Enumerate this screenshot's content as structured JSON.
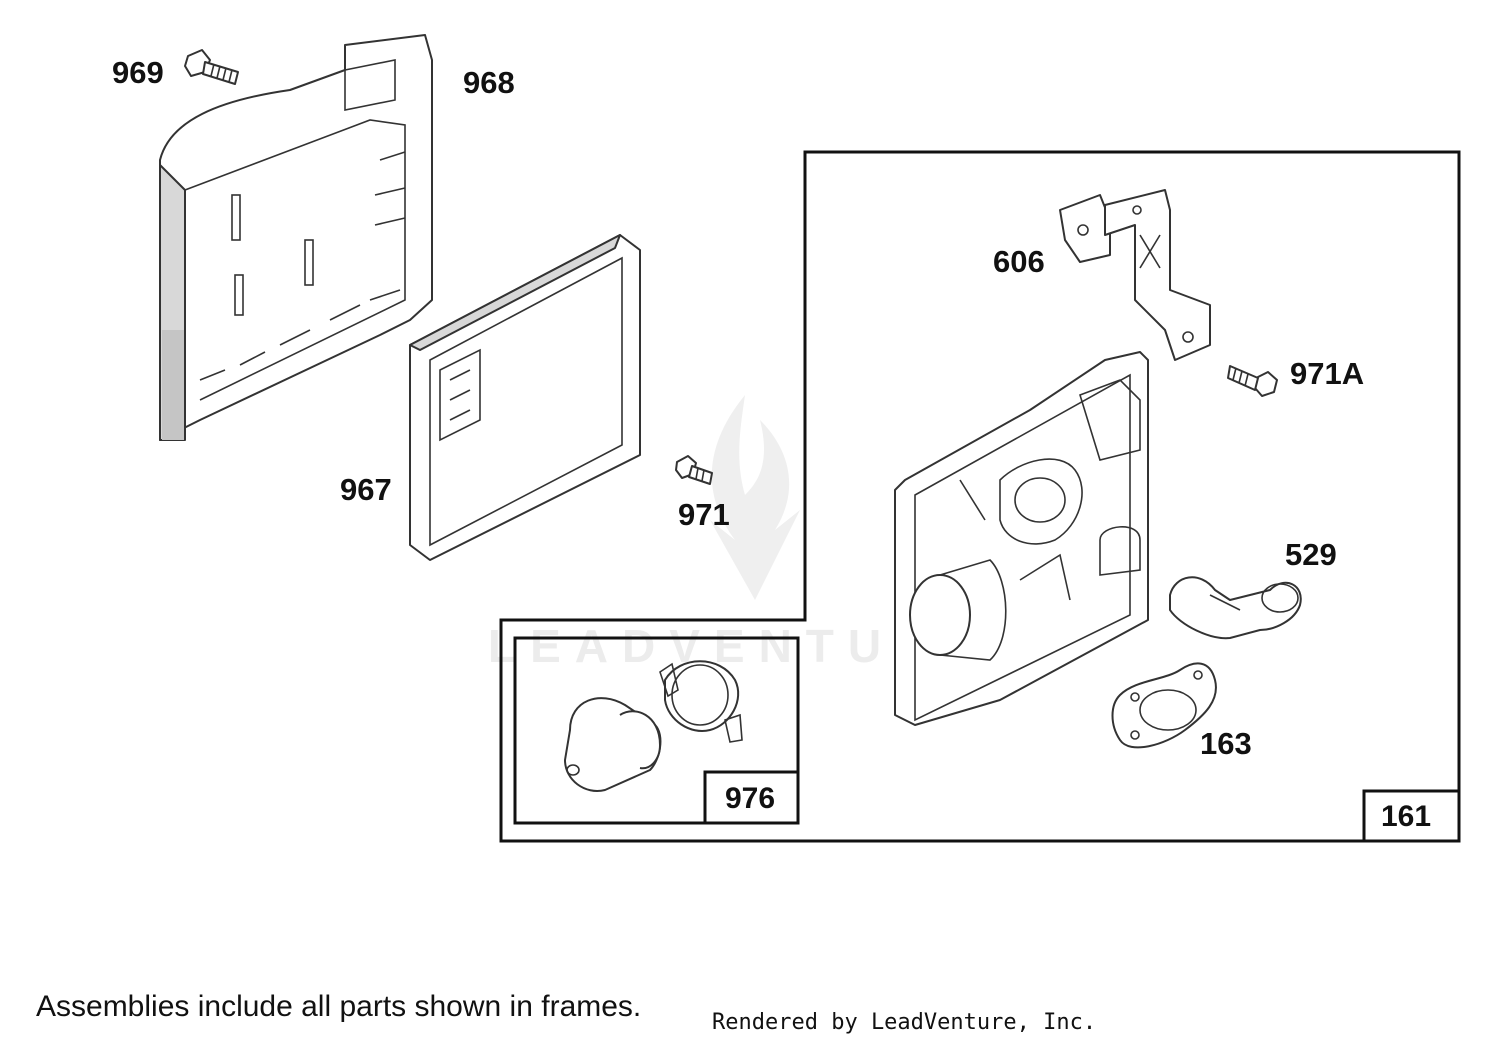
{
  "callouts": {
    "p969": "969",
    "p968": "968",
    "p967": "967",
    "p971": "971",
    "p606": "606",
    "p971a": "971A",
    "p529": "529",
    "p163": "163",
    "p976": "976",
    "p161": "161"
  },
  "watermark": "LEADVENTURE",
  "footer": {
    "note": "Assemblies include all parts shown in frames.",
    "credit": "Rendered by LeadVenture, Inc."
  }
}
